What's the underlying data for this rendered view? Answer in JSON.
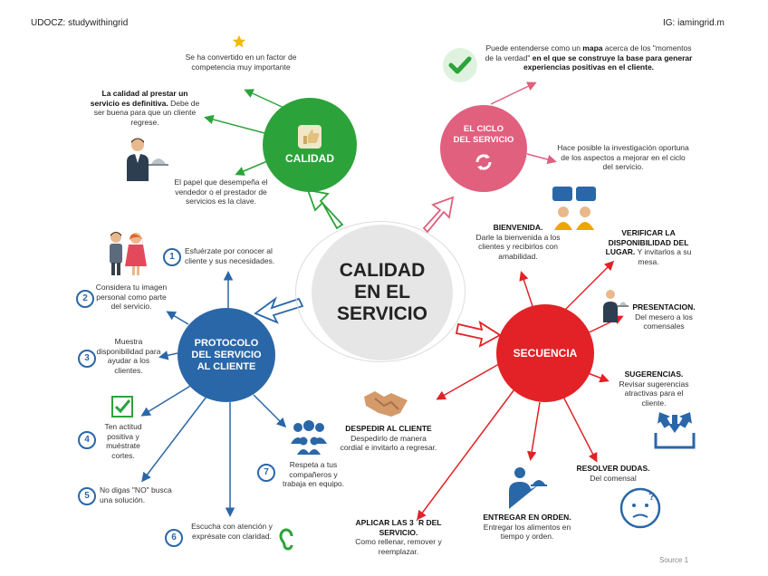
{
  "header": {
    "left": "UDOCZ: studywithingrid",
    "right": "IG: iamingrid.m"
  },
  "center": {
    "line1": "CALIDAD",
    "line2": "EN EL",
    "line3": "SERVICIO"
  },
  "calidad": {
    "title": "CALIDAD",
    "notes": {
      "top": "Se ha convertido en un factor de competencia muy importante",
      "left_bold": "La calidad al prestar un servicio es definitiva.",
      "left_rest": "Debe de ser buena para que un cliente regrese.",
      "bottom": "El papel que desempeña el vendedor o el prestador de servicios es la clave."
    }
  },
  "ciclo": {
    "title_line1": "EL CICLO",
    "title_line2": "DEL SERVICIO",
    "top_a": "Puede entenderse como un ",
    "top_b": "mapa",
    "top_c": " acerca de los \"momentos de la verdad\" ",
    "top_d": "en el que se construye la base para generar experiencias positivas en el cliente.",
    "right": "Hace posible la investigación oportuna de los aspectos a mejorar en el ciclo del servicio."
  },
  "protocolo": {
    "line1": "PROTOCOLO",
    "line2": "DEL SERVICIO",
    "line3": "AL CLIENTE",
    "items": [
      {
        "n": "1",
        "text": "Esfuérzate por conocer al cliente y sus necesidades."
      },
      {
        "n": "2",
        "text": "Considera tu imagen personal como parte del servicio."
      },
      {
        "n": "3",
        "text": "Muestra disponibilidad para ayudar a los clientes."
      },
      {
        "n": "4",
        "text": "Ten actitud positiva y muéstrate cortes."
      },
      {
        "n": "5",
        "text": "No digas \"NO\" busca una solución."
      },
      {
        "n": "6",
        "text": "Escucha con atención y exprésate con claridad."
      },
      {
        "n": "7",
        "text": "Respeta a tus compañeros y trabaja en equipo."
      }
    ]
  },
  "secuencia": {
    "title": "SECUENCIA",
    "steps": {
      "bienvenida_t": "BIENVENIDA.",
      "bienvenida_d": "Darle la bienvenida a los clientes y recibirlos con amabilidad.",
      "verificar_t": "VERIFICAR LA DISPONIBILIDAD DEL LUGAR.",
      "verificar_d": "Y invitarlos a su mesa.",
      "presentacion_t": "PRESENTACION.",
      "presentacion_d": "Del mesero a los comensales",
      "sugerencias_t": "SUGERENCIAS.",
      "sugerencias_d": "Revisar sugerencias atractivas para el cliente.",
      "resolver_t": "RESOLVER DUDAS.",
      "resolver_d": "Del comensal",
      "entregar_t": "ENTREGAR EN ORDEN.",
      "entregar_d": "Entregar los alimentos en tiempo y orden.",
      "aplicar_t": "APLICAR LAS 3 ´R DEL SERVICIO.",
      "aplicar_d": "Como rellenar, remover y reemplazar.",
      "despedir_t": "DESPEDIR AL CLIENTE",
      "despedir_d": "Despedirlo de manera cordial e invitarlo a regresar."
    }
  },
  "footer": "Source 1",
  "colors": {
    "green": "#2ca33a",
    "pink": "#e0607e",
    "blue": "#2a67a8",
    "red": "#e22226",
    "center_bg": "#e6e6e6"
  }
}
